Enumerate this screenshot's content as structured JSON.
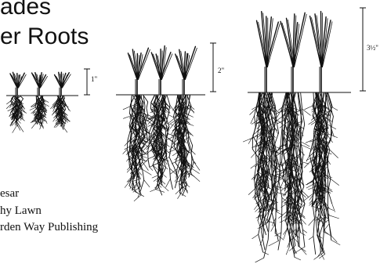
{
  "slide": {
    "title_line1": "ades",
    "title_line2": "er Roots",
    "credit_line1": "esar",
    "credit_line2": "hy Lawn",
    "credit_line3": "rden Way Publishing"
  },
  "figure": {
    "heights": [
      "1\"",
      "2\"",
      "3½\""
    ],
    "colors": {
      "ink": "#111111",
      "background": "#ffffff"
    }
  }
}
